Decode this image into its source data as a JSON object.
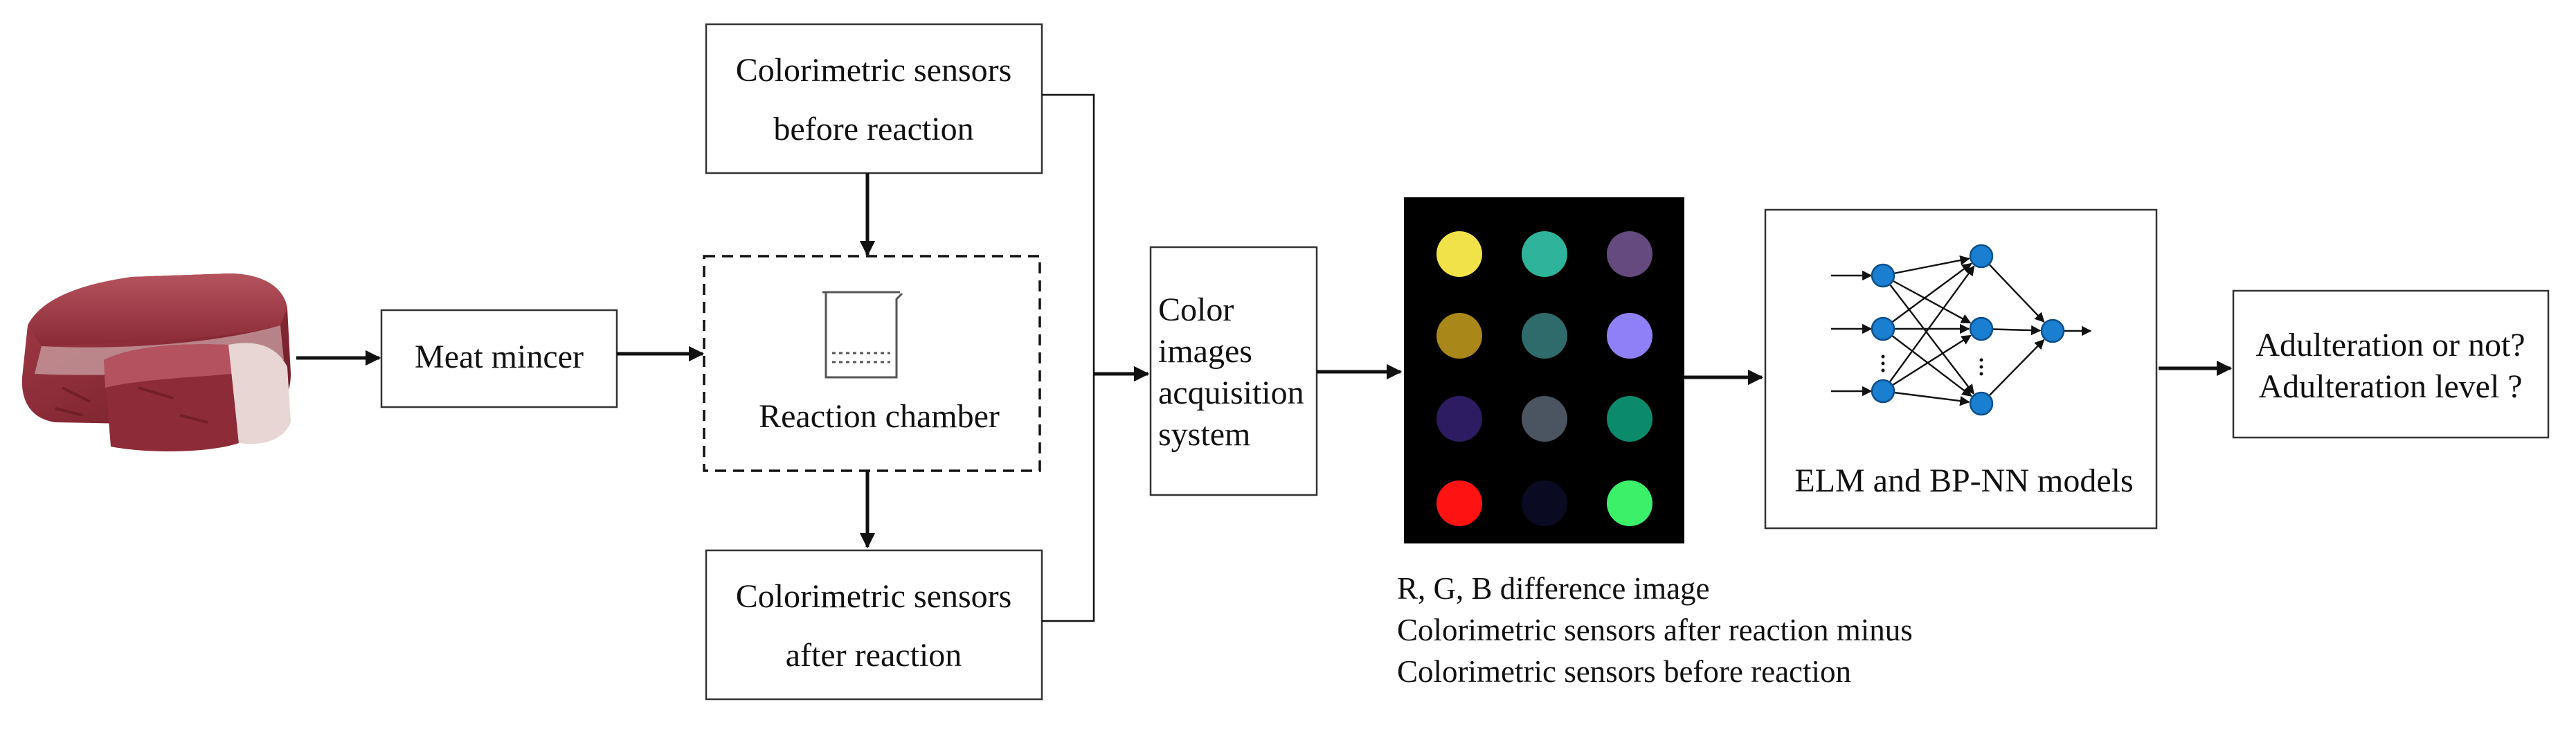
{
  "nodes": {
    "meat_mincer": "Meat mincer",
    "sensors_before": [
      "Colorimetric sensors",
      "before reaction"
    ],
    "reaction_chamber": "Reaction chamber",
    "sensors_after": [
      "Colorimetric sensors",
      "after reaction"
    ],
    "acquisition": [
      "Color",
      "images",
      "acquisition",
      "system"
    ],
    "models": "ELM and BP-NN models",
    "output": [
      "Adulteration or not?",
      "Adulteration level ?"
    ]
  },
  "difference_image": {
    "caption": [
      "R, G, B difference image",
      "Colorimetric sensors after reaction minus",
      "Colorimetric sensors before reaction"
    ],
    "spot_colors": [
      [
        "#f2e24a",
        "#2fb39a",
        "#654a80"
      ],
      [
        "#a98718",
        "#2e6b6a",
        "#9080f8"
      ],
      [
        "#2e1c63",
        "#4b5461",
        "#0c8a6c"
      ],
      [
        "#ff1212",
        "#0a0a22",
        "#3cf06a"
      ]
    ]
  },
  "colors": {
    "line": "#111111",
    "node_fill": "#1a7fd0",
    "node_stroke": "#0d4f8a"
  }
}
